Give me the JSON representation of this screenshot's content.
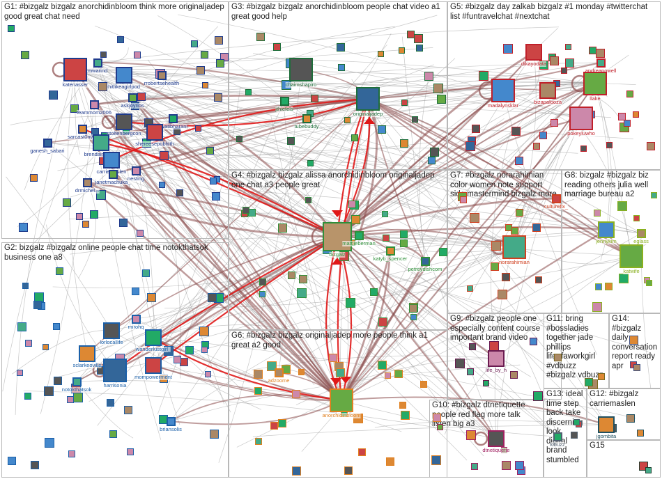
{
  "groups": [
    {
      "id": "G1",
      "label": "G1: #bizgalz bizgalz anorchidinbloom think more originaljadep good great chat need",
      "color": "#1f3b8c"
    },
    {
      "id": "G2",
      "label": "G2: bizgalz #bizgalz online people chat time notokthatsok business one a8",
      "color": "#1a5fa8"
    },
    {
      "id": "G3",
      "label": "G3: #bizgalz bizgalz anorchidinbloom people chat video a1 great good help",
      "color": "#1e6e3a"
    },
    {
      "id": "G4",
      "label": "G4: #bizgalz bizgalz alissa anorchidinbloom originaljadep one chat a3 people great",
      "color": "#2f8f3a"
    },
    {
      "id": "G5",
      "label": "G5: #bizgalz day zalkab bizgalz #1 monday #twitterchat list #funtravelchat #nextchat",
      "color": "#c0202a"
    },
    {
      "id": "G6",
      "label": "G6: #bizgalz bizgalz originaljadep more people think a1 great a2 good",
      "color": "#e08020"
    },
    {
      "id": "G7",
      "label": "G7: #bizgalz norarahimian color women note support side mastermind bizgalz more",
      "color": "#d04020"
    },
    {
      "id": "G8",
      "label": "G8: bizgalz #bizgalz biz reading others julia well marriage bureau a2",
      "color": "#8ab020"
    },
    {
      "id": "G9",
      "label": "G9: #bizgalz people one especially content course important brand video",
      "color": "#6a1a50"
    },
    {
      "id": "G10",
      "label": "G10: #bizgalz dtnetiquette people red flag more talk listen big a3",
      "color": "#a02060"
    },
    {
      "id": "G11",
      "label": "G11: bring #bossladies together jade phillips lifeofaworkgirl #vdbuzz #bizgalz vdbuzz",
      "color": "#7a6a20"
    },
    {
      "id": "G12",
      "label": "G12: #bizgalz carriemaslen",
      "color": "#205060"
    },
    {
      "id": "G13",
      "label": "G13: ideal time step back take discerning look digital brand stumbled",
      "color": "#506070"
    },
    {
      "id": "G14",
      "label": "G14: #bizgalz daily conversation report ready apr",
      "color": "#405080"
    },
    {
      "id": "G15",
      "label": "G15",
      "color": "#204030"
    }
  ],
  "nodes": [
    {
      "id": "katenasser",
      "label": "katenasser",
      "group": "G1",
      "size": "large"
    },
    {
      "id": "mwarind",
      "label": "mwarind",
      "group": "G1",
      "size": "small"
    },
    {
      "id": "hitlikeagirlpod",
      "label": "hitlikeagirlpod",
      "group": "G1",
      "size": "medium"
    },
    {
      "id": "rrobertsehealth",
      "label": "rrobertsehealth",
      "group": "G1",
      "size": "small"
    },
    {
      "id": "askjoyrios",
      "label": "askjoyrios",
      "group": "G1",
      "size": "small"
    },
    {
      "id": "teammom2006",
      "label": "teammom2006",
      "group": "G1",
      "size": "small"
    },
    {
      "id": "stoltenbergcon",
      "label": "stoltenbergcon",
      "group": "G1",
      "size": "medium"
    },
    {
      "id": "swatibharani",
      "label": "swatibharani",
      "group": "G1",
      "size": "small"
    },
    {
      "id": "sarcast0nv",
      "label": "sarcast0nv...",
      "group": "G1",
      "size": "small"
    },
    {
      "id": "ganesh_sabari",
      "label": "ganesh_sabari",
      "group": "G1",
      "size": "small"
    },
    {
      "id": "shereesepubhlth",
      "label": "shereesepubhlth",
      "group": "G1",
      "size": "medium"
    },
    {
      "id": "brendaindallas",
      "label": "brendaindallas",
      "group": "G1",
      "size": "medium"
    },
    {
      "id": "carriemaslen",
      "label": "carriemaslen",
      "group": "G1",
      "size": "medium"
    },
    {
      "id": "drmiche",
      "label": "drmichel...",
      "group": "G1",
      "size": "small"
    },
    {
      "id": "janetmachuka",
      "label": "janetmachuka_",
      "group": "G1",
      "size": "small"
    },
    {
      "id": "nesting",
      "label": "nesting",
      "group": "G1",
      "size": "small"
    },
    {
      "id": "chaimshapiro",
      "label": "chaimshapiro",
      "group": "G3",
      "size": "large"
    },
    {
      "id": "jthiefels",
      "label": "jthiefels",
      "group": "G3",
      "size": "small"
    },
    {
      "id": "tubebuddy",
      "label": "tubebuddy",
      "group": "G3",
      "size": "small"
    },
    {
      "id": "originaljadep",
      "label": "originaljadep",
      "group": "G3",
      "size": "large"
    },
    {
      "id": "dikayodata",
      "label": "dikayodata",
      "group": "G5",
      "size": "medium"
    },
    {
      "id": "andreapowell",
      "label": "andreapowell",
      "group": "G5",
      "size": "small"
    },
    {
      "id": "madalynsklar",
      "label": "madalynsklar",
      "group": "G5",
      "size": "large"
    },
    {
      "id": "bizapalooza",
      "label": "bizapalooza",
      "group": "G5",
      "size": "medium"
    },
    {
      "id": "llake",
      "label": "llake",
      "group": "G5",
      "size": "large"
    },
    {
      "id": "pokeyluwho",
      "label": "pokeyluwho",
      "group": "G5",
      "size": "large"
    },
    {
      "id": "bizgalz",
      "label": "bizgalz",
      "group": "G4",
      "size": "xlarge"
    },
    {
      "id": "mattlieberman",
      "label": "mattlieberman",
      "group": "G4",
      "size": "small"
    },
    {
      "id": "katyb_spencer",
      "label": "katyb_spencer",
      "group": "G4",
      "size": "small"
    },
    {
      "id": "petreydishcom",
      "label": "petreydishcom",
      "group": "G4",
      "size": "small"
    },
    {
      "id": "culturefix",
      "label": "culturefix_",
      "group": "G7",
      "size": "small"
    },
    {
      "id": "norarahimian",
      "label": "norarahimian",
      "group": "G7",
      "size": "large"
    },
    {
      "id": "jennykim",
      "label": "jennykim",
      "group": "G8",
      "size": "medium"
    },
    {
      "id": "eglass",
      "label": "eglass",
      "group": "G8",
      "size": "small"
    },
    {
      "id": "katwife",
      "label": "katwife",
      "group": "G8",
      "size": "large"
    },
    {
      "id": "mirohq",
      "label": "mirohq",
      "group": "G2",
      "size": "small"
    },
    {
      "id": "lorlocallife",
      "label": "lorlocallife",
      "group": "G2",
      "size": "medium"
    },
    {
      "id": "wanderlustgirl",
      "label": "wanderlustgirl_",
      "group": "G2",
      "size": "medium"
    },
    {
      "id": "sclarkeoville",
      "label": "sclarkeoville",
      "group": "G2",
      "size": "medium"
    },
    {
      "id": "harrisonia",
      "label": "harrisonia",
      "group": "G2",
      "size": "large"
    },
    {
      "id": "mompowerment",
      "label": "mompowerment",
      "group": "G2",
      "size": "medium"
    },
    {
      "id": "notokthatsok",
      "label": "notokthatsok",
      "group": "G2",
      "size": "small"
    },
    {
      "id": "briansolis",
      "label": "briansolis",
      "group": "G2",
      "size": "small"
    },
    {
      "id": "adzoome",
      "label": "adzoome",
      "group": "G6",
      "size": "small"
    },
    {
      "id": "anorchidinbloom",
      "label": "anorchidinbloom",
      "group": "G6",
      "size": "large"
    },
    {
      "id": "life_by_h",
      "label": "life_by_h",
      "group": "G9",
      "size": "medium"
    },
    {
      "id": "dtnetiquette",
      "label": "dtnetiquette",
      "group": "G10",
      "size": "medium"
    },
    {
      "id": "klbuzz",
      "label": "klbuzz",
      "group": "G13",
      "size": "small"
    },
    {
      "id": "jgombita",
      "label": "jgombita",
      "group": "G12",
      "size": "medium"
    }
  ]
}
